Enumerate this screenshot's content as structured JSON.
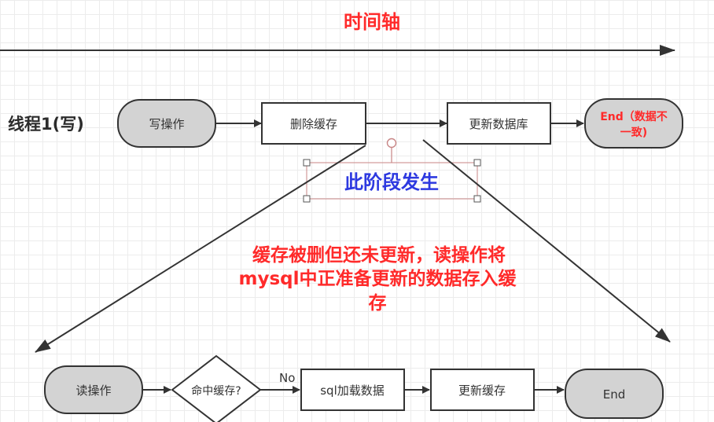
{
  "timeline": {
    "label": "时间轴"
  },
  "thread1": {
    "label": "线程1(写)",
    "nodes": {
      "start": "写操作",
      "delete_cache": "删除缓存",
      "update_db": "更新数据库",
      "end_line1": "End（数据不",
      "end_line2": "一致)"
    }
  },
  "stage": {
    "label": "此阶段发生"
  },
  "description": {
    "line1": "缓存被删但还未更新，读操作将",
    "line2": "mysql中正准备更新的数据存入缓",
    "line3": "存"
  },
  "thread2": {
    "nodes": {
      "start": "读操作",
      "decision": "命中缓存?",
      "no_label": "No",
      "load_data": "sql加载数据",
      "update_cache": "更新缓存",
      "end": "End"
    }
  },
  "colors": {
    "red_text": "#ff2a2a",
    "blue_text": "#2d39e0",
    "terminal_fill": "#d3d3d3",
    "stroke": "#333333",
    "selection": "#c88686"
  }
}
